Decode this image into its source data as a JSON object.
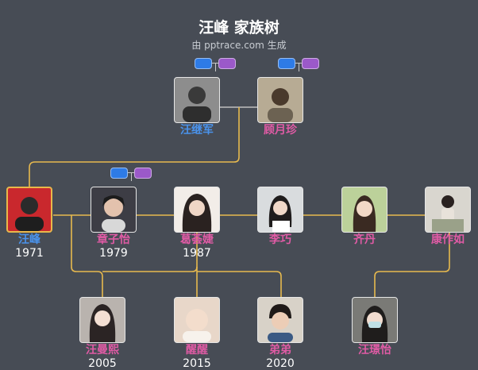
{
  "header": {
    "title": "汪峰 家族树",
    "subtitle": "由 pptrace.com 生成"
  },
  "colors": {
    "male": "#4a93ec",
    "female": "#e05ba5",
    "line": "#e7b94e",
    "focus_border": "#e8b84a"
  },
  "people": {
    "p1": {
      "name": "汪继军",
      "year": "",
      "gender": "m"
    },
    "p2": {
      "name": "顾月珍",
      "year": "",
      "gender": "f"
    },
    "p3": {
      "name": "汪峰",
      "year": "1971",
      "gender": "m"
    },
    "p4": {
      "name": "章子怡",
      "year": "1979",
      "gender": "f"
    },
    "p5": {
      "name": "葛荟婕",
      "year": "1987",
      "gender": "f"
    },
    "p6": {
      "name": "李巧",
      "year": "",
      "gender": "f"
    },
    "p7": {
      "name": "齐丹",
      "year": "",
      "gender": "f"
    },
    "p8": {
      "name": "康作如",
      "year": "",
      "gender": "f"
    },
    "p9": {
      "name": "汪曼熙",
      "year": "2005",
      "gender": "f"
    },
    "p10": {
      "name": "醒醒",
      "year": "2015",
      "gender": "f"
    },
    "p11": {
      "name": "弟弟",
      "year": "2020",
      "gender": "f"
    },
    "p12": {
      "name": "汪璟怡",
      "year": "",
      "gender": "f"
    }
  }
}
